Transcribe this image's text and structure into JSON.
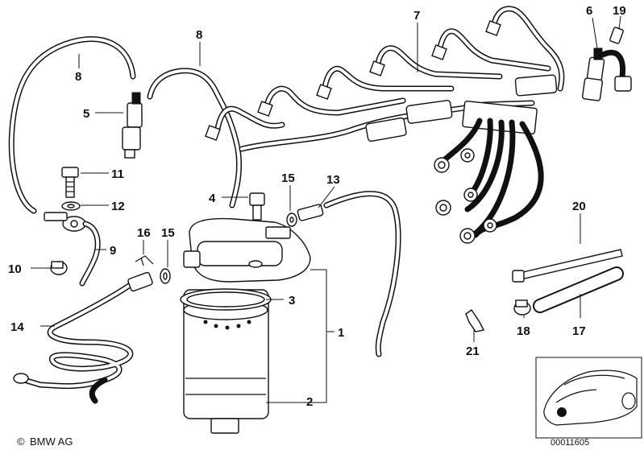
{
  "callouts": {
    "c1": "1",
    "c2": "2",
    "c3": "3",
    "c4": "4",
    "c5": "5",
    "c6": "6",
    "c7": "7",
    "c8a": "8",
    "c8b": "8",
    "c9": "9",
    "c10": "10",
    "c11": "11",
    "c12": "12",
    "c13": "13",
    "c14": "14",
    "c15a": "15",
    "c15b": "15",
    "c16": "16",
    "c17": "17",
    "c18": "18",
    "c19": "19",
    "c20": "20",
    "c21": "21"
  },
  "footer": {
    "brand": "BMW AG",
    "copyright_symbol": "©"
  },
  "inset": {
    "doc_number": "00011605"
  }
}
